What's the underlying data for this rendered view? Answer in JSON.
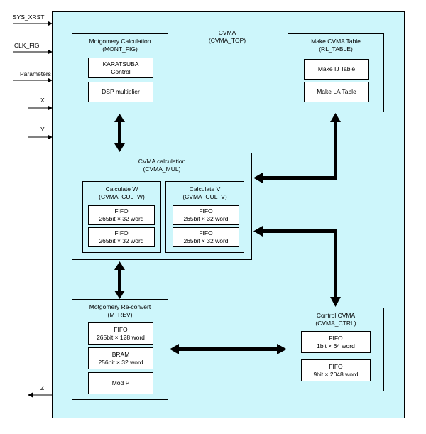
{
  "signals": {
    "inputs": [
      "SYS_XRST",
      "CLK_FIG",
      "Parameters",
      "X",
      "Y"
    ],
    "output": "Z"
  },
  "top": {
    "title": "CVMA",
    "subtitle": "(CVMA_TOP)"
  },
  "mont": {
    "title": "Motgomery Calculation",
    "subtitle": "(MONT_FIG)",
    "karatsuba": [
      "KARATSUBA",
      "Control"
    ],
    "dsp": "DSP multiplier"
  },
  "table": {
    "title": "Make CVMA Table",
    "subtitle": "(RL_TABLE)",
    "ij": "Make IJ Table",
    "la": "Make LA Table"
  },
  "mul": {
    "title": "CVMA calculation",
    "subtitle": "(CVMA_MUL)",
    "w": {
      "title": "Calculate W",
      "subtitle": "(CVMA_CUL_W)",
      "fifo1": [
        "FIFO",
        "265bit × 32 word"
      ],
      "fifo2": [
        "FIFO",
        "265bit × 32 word"
      ]
    },
    "v": {
      "title": "Calculate V",
      "subtitle": "(CVMA_CUL_V)",
      "fifo1": [
        "FIFO",
        "265bit × 32 word"
      ],
      "fifo2": [
        "FIFO",
        "265bit × 32 word"
      ]
    }
  },
  "rev": {
    "title": "Motgomery Re-convert",
    "subtitle": "(M_REV)",
    "fifo": [
      "FIFO",
      "265bit × 128 word"
    ],
    "bram": [
      "BRAM",
      "256bit × 32 word"
    ],
    "modp": "Mod P"
  },
  "ctrl": {
    "title": "Control CVMA",
    "subtitle": "(CVMA_CTRL)",
    "fifo1": [
      "FIFO",
      "1bit × 64 word"
    ],
    "fifo2": [
      "FIFO",
      "9bit × 2048 word"
    ]
  }
}
